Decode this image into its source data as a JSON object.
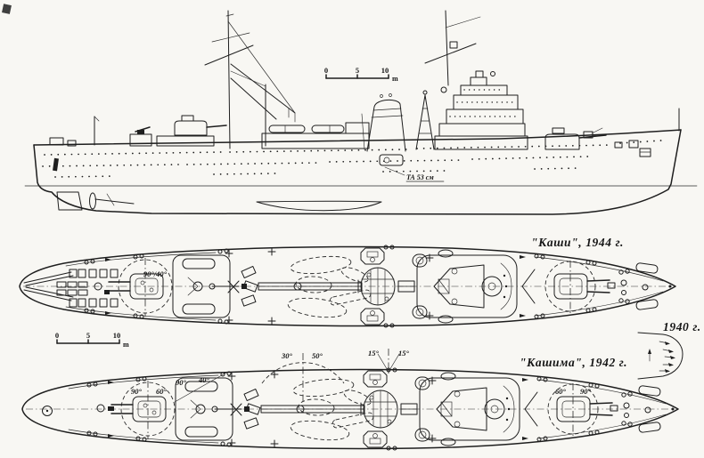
{
  "colors": {
    "paper": "#f8f7f3",
    "ink": "#1e1e1e"
  },
  "profile": {
    "scale": {
      "zero": "0",
      "five": "5",
      "ten": "10",
      "unit": "m"
    },
    "torpedo_note": "ТА 53 см"
  },
  "plans": {
    "kashii": {
      "title": "\"Каши\", 1944 г.",
      "scale": {
        "zero": "0",
        "five": "5",
        "ten": "10",
        "unit": "m"
      },
      "arcs": {
        "aft": "90°/40°"
      }
    },
    "kashima": {
      "title": "\"Кашима\", 1942 г.",
      "arcs": {
        "aft_left": "90°",
        "aft_right": "60°",
        "aa_left": "90°",
        "aa_right": "40°",
        "mid_left": "30°",
        "mid_right": "50°",
        "tt_left": "15°",
        "tt_right": "15°",
        "fwd_left": "60°",
        "fwd_right": "90°"
      }
    },
    "refit_1940": {
      "label": "1940 г."
    }
  }
}
